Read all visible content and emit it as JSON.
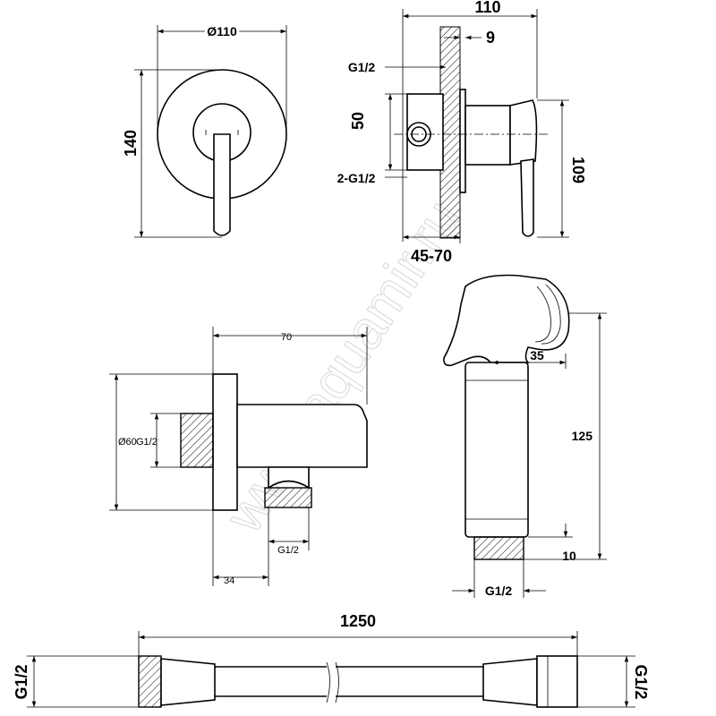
{
  "watermark": "www.aquamir.ru",
  "mixer_front": {
    "diameter": "Ø110",
    "height": "140"
  },
  "mixer_side": {
    "depth": "110",
    "plate": "9",
    "inlet": "G1/2",
    "spacing": "50",
    "outlets": "2-G1/2",
    "height": "109",
    "install_depth": "45-70"
  },
  "wall_outlet": {
    "length": "70",
    "diameter": "Ø60",
    "inlet": "G1/2",
    "outlet": "G1/2",
    "offset": "34"
  },
  "sprayer": {
    "head": "35",
    "length": "125",
    "thread_len": "10",
    "thread": "G1/2"
  },
  "hose": {
    "length": "1250",
    "left_thread": "G1/2",
    "right_thread": "G1/2"
  }
}
